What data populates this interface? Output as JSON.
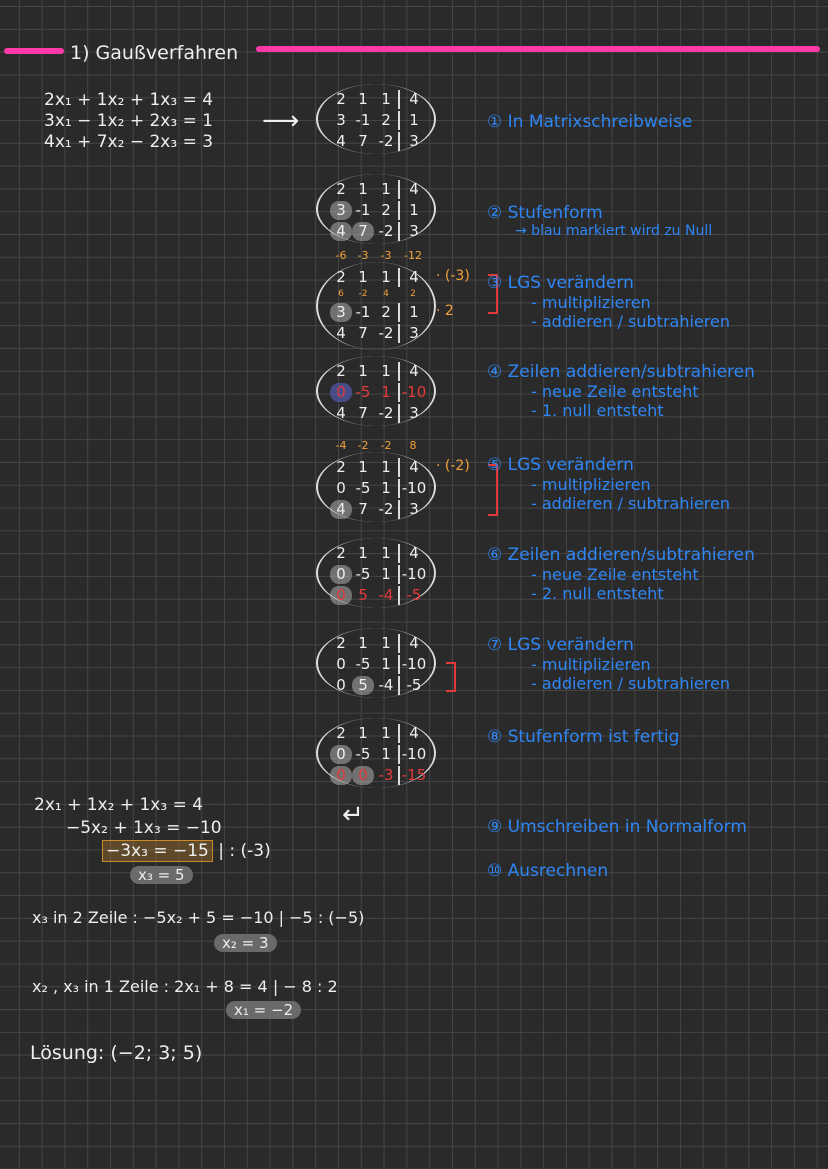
{
  "title": "1) Gaußverfahren",
  "system": [
    "2x₁ + 1x₂ + 1x₃ = 4",
    "3x₁ − 1x₂ + 2x₃ = 1",
    "4x₁ + 7x₂ − 2x₃ = 3"
  ],
  "arrow": "⟶",
  "matrices": [
    {
      "rows": [
        [
          "2",
          "1",
          "1",
          "4"
        ],
        [
          "3",
          "-1",
          "2",
          "1"
        ],
        [
          "4",
          "7",
          "-2",
          "3"
        ]
      ]
    },
    {
      "rows": [
        [
          "2",
          "1",
          "1",
          "4"
        ],
        [
          "3",
          "-1",
          "2",
          "1"
        ],
        [
          "4",
          "7",
          "-2",
          "3"
        ]
      ],
      "hl": [
        [
          1,
          0
        ],
        [
          2,
          0
        ],
        [
          2,
          1
        ]
      ]
    },
    {
      "rows": [
        [
          "2",
          "1",
          "1",
          "4"
        ],
        [
          "3",
          "-1",
          "2",
          "1"
        ],
        [
          "4",
          "7",
          "-2",
          "3"
        ]
      ],
      "hl": [
        [
          1,
          0
        ]
      ],
      "above": [
        "-6",
        "-3",
        "-3",
        "-12"
      ],
      "mid": [
        "6",
        "-2",
        "4",
        "2"
      ],
      "side": [
        "· (-3)",
        "· 2"
      ]
    },
    {
      "rows": [
        [
          "2",
          "1",
          "1",
          "4"
        ],
        [
          "0",
          "-5",
          "1",
          "-10"
        ],
        [
          "4",
          "7",
          "-2",
          "3"
        ]
      ],
      "red": [
        1
      ],
      "blue": [
        [
          1,
          0
        ]
      ]
    },
    {
      "rows": [
        [
          "2",
          "1",
          "1",
          "4"
        ],
        [
          "0",
          "-5",
          "1",
          "-10"
        ],
        [
          "4",
          "7",
          "-2",
          "3"
        ]
      ],
      "hl": [
        [
          2,
          0
        ]
      ],
      "above": [
        "-4",
        "-2",
        "-2",
        "8"
      ],
      "side": [
        "· (-2)"
      ]
    },
    {
      "rows": [
        [
          "2",
          "1",
          "1",
          "4"
        ],
        [
          "0",
          "-5",
          "1",
          "-10"
        ],
        [
          "0",
          "5",
          "-4",
          "-5"
        ]
      ],
      "hl": [
        [
          1,
          0
        ],
        [
          2,
          0
        ]
      ],
      "red": [
        2
      ]
    },
    {
      "rows": [
        [
          "2",
          "1",
          "1",
          "4"
        ],
        [
          "0",
          "-5",
          "1",
          "-10"
        ],
        [
          "0",
          "5",
          "-4",
          "-5"
        ]
      ],
      "hl": [
        [
          2,
          1
        ]
      ]
    },
    {
      "rows": [
        [
          "2",
          "1",
          "1",
          "4"
        ],
        [
          "0",
          "-5",
          "1",
          "-10"
        ],
        [
          "0",
          "0",
          "-3",
          "-15"
        ]
      ],
      "hl": [
        [
          1,
          0
        ],
        [
          2,
          0
        ],
        [
          2,
          1
        ]
      ],
      "red": [
        2
      ]
    }
  ],
  "steps": [
    {
      "n": "①",
      "t": "In Matrixschreibweise"
    },
    {
      "n": "②",
      "t": "Stufenform",
      "sub": [
        "→ blau markiert wird zu Null"
      ]
    },
    {
      "n": "③",
      "t": "LGS verändern",
      "sub": [
        "- multiplizieren",
        "- addieren / subtrahieren"
      ]
    },
    {
      "n": "④",
      "t": "Zeilen addieren/subtrahieren",
      "sub": [
        "- neue Zeile entsteht",
        "- 1. null entsteht"
      ]
    },
    {
      "n": "⑤",
      "t": "LGS verändern",
      "sub": [
        "- multiplizieren",
        "- addieren / subtrahieren"
      ]
    },
    {
      "n": "⑥",
      "t": "Zeilen addieren/subtrahieren",
      "sub": [
        "- neue Zeile entsteht",
        "- 2. null entsteht"
      ]
    },
    {
      "n": "⑦",
      "t": "LGS verändern",
      "sub": [
        "- multiplizieren",
        "- addieren / subtrahieren"
      ]
    },
    {
      "n": "⑧",
      "t": "Stufenform ist fertig"
    },
    {
      "n": "⑨",
      "t": "Umschreiben in Normalform"
    },
    {
      "n": "⑩",
      "t": "Ausrechnen"
    }
  ],
  "normal": {
    "l1": "2x₁ + 1x₂ + 1x₃ = 4",
    "l2": "−5x₂ + 1x₃ = −10",
    "l3": "−3x₃ = −15",
    "l3op": "| : (-3)",
    "r1": "x₃ = 5"
  },
  "sub2": {
    "text": "x₃ in 2 Zeile :  −5x₂ + 5 = −10   | −5  : (−5)",
    "res": "x₂ = 3"
  },
  "sub1": {
    "text": "x₂ , x₃ in 1 Zeile :  2x₁ + 8 = 4   | − 8  : 2",
    "res": "x₁ = −2"
  },
  "solution": "Lösung: (−2; 3; 5)",
  "return_arrow": "↵"
}
